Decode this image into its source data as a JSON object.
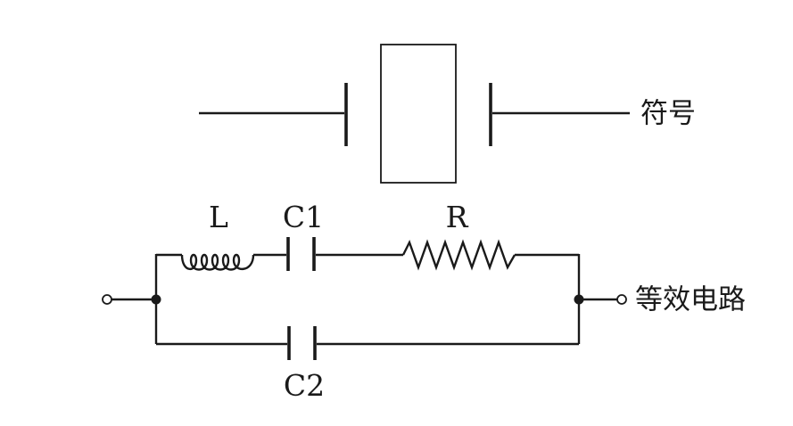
{
  "symbol_caption": "符号",
  "equivalent_caption": "等效电路",
  "components": {
    "inductor": "L",
    "series_capacitor": "C1",
    "resistor": "R",
    "parallel_capacitor": "C2"
  }
}
